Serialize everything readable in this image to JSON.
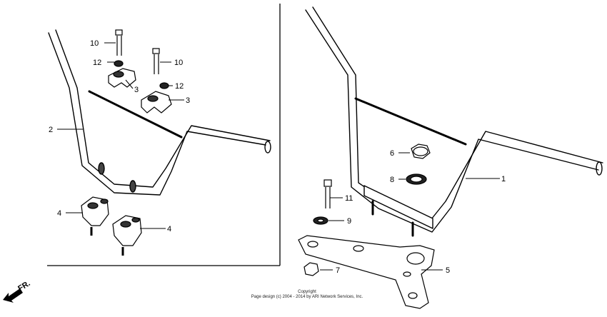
{
  "parts": [
    {
      "id": "p10a",
      "label": "10",
      "name": "bolt"
    },
    {
      "id": "p12a",
      "label": "12",
      "name": "washer"
    },
    {
      "id": "p3a",
      "label": "3",
      "name": "upper-holder"
    },
    {
      "id": "p10b",
      "label": "10",
      "name": "bolt"
    },
    {
      "id": "p12b",
      "label": "12",
      "name": "washer"
    },
    {
      "id": "p3b",
      "label": "3",
      "name": "upper-holder"
    },
    {
      "id": "p2",
      "label": "2",
      "name": "handlebar"
    },
    {
      "id": "p4a",
      "label": "4",
      "name": "lower-holder"
    },
    {
      "id": "p4b",
      "label": "4",
      "name": "lower-holder"
    },
    {
      "id": "p6",
      "label": "6",
      "name": "nut"
    },
    {
      "id": "p8",
      "label": "8",
      "name": "washer"
    },
    {
      "id": "p1",
      "label": "1",
      "name": "handlebar"
    },
    {
      "id": "p11",
      "label": "11",
      "name": "bolt"
    },
    {
      "id": "p9",
      "label": "9",
      "name": "washer"
    },
    {
      "id": "p7",
      "label": "7",
      "name": "nut"
    },
    {
      "id": "p5",
      "label": "5",
      "name": "bracket"
    }
  ],
  "direction_label": "FR.",
  "copyright_line1": "Copyright",
  "copyright_line2": "Page design (c) 2004 - 2014 by ARI Network Services, Inc."
}
